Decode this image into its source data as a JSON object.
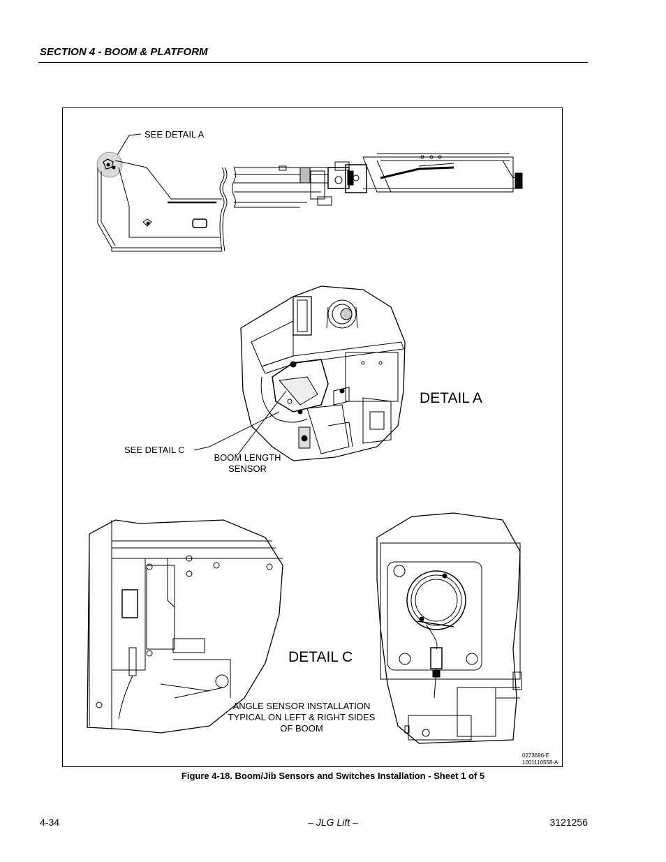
{
  "header": {
    "section_title": "SECTION 4 - BOOM & PLATFORM"
  },
  "figure": {
    "labels": {
      "see_detail_a": "SEE DETAIL A",
      "see_detail_c": "SEE DETAIL C",
      "boom_length_line1": "BOOM LENGTH",
      "boom_length_line2": "SENSOR",
      "detail_a": "DETAIL A",
      "detail_c": "DETAIL C",
      "angle_line1": "ANGLE SENSOR INSTALLATION",
      "angle_line2": "TYPICAL ON LEFT & RIGHT SIDES",
      "angle_line3": "OF BOOM",
      "code_line1": "0273696-E",
      "code_line2": "1001110558-A"
    },
    "caption": "Figure 4-18.  Boom/Jib Sensors and Switches Installation - Sheet 1 of 5"
  },
  "footer": {
    "page_number": "4-34",
    "center_text": "– JLG Lift –",
    "doc_number": "3121256"
  }
}
